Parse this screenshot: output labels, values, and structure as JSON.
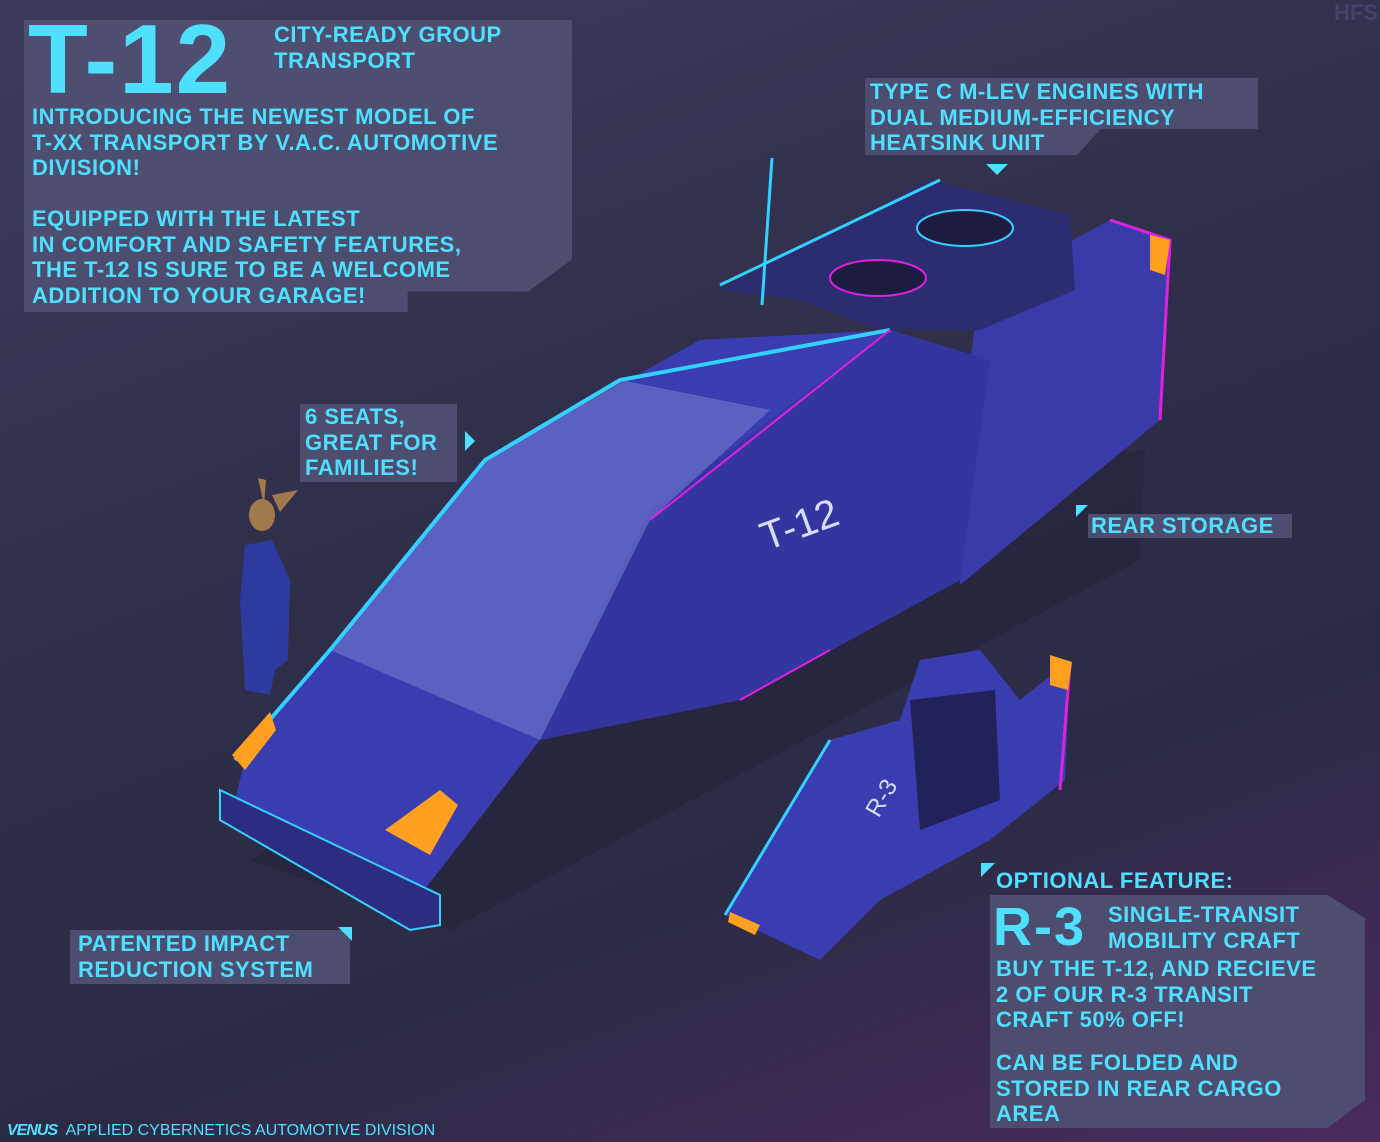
{
  "intro": {
    "model": "T-12",
    "subtitle": [
      "CITY-READY GROUP",
      "TRANSPORT"
    ],
    "paragraph1": [
      "INTRODUCING THE NEWEST MODEL OF",
      "T-XX TRANSPORT BY V.A.C. AUTOMOTIVE",
      "DIVISION!"
    ],
    "paragraph2": [
      "EQUIPPED WITH THE LATEST",
      "IN COMFORT AND SAFETY FEATURES,",
      "THE T-12 IS SURE TO BE A WELCOME",
      "ADDITION TO YOUR GARAGE!"
    ]
  },
  "callouts": {
    "engines": [
      "TYPE C M-LEV ENGINES WITH",
      "DUAL MEDIUM-EFFICIENCY",
      "HEATSINK UNIT"
    ],
    "seats": [
      "6 SEATS,",
      "GREAT FOR",
      "FAMILIES!"
    ],
    "rear_storage": "REAR STORAGE",
    "impact": [
      "PATENTED IMPACT",
      "REDUCTION SYSTEM"
    ]
  },
  "optional": {
    "heading": "OPTIONAL FEATURE:",
    "model": "R-3",
    "subtitle": [
      "SINGLE-TRANSIT",
      "MOBILITY CRAFT"
    ],
    "offer": [
      "BUY THE T-12, AND RECIEVE",
      "2 OF OUR R-3 TRANSIT",
      "CRAFT 50% OFF!"
    ],
    "note": [
      "CAN BE FOLDED AND",
      "STORED IN REAR CARGO",
      "AREA"
    ]
  },
  "vehicle": {
    "side_label": "T-12",
    "craft_label": "R-3"
  },
  "footer": {
    "brand": "VENUS",
    "text": "APPLIED CYBERNETICS AUTOMOTIVE DIVISION"
  },
  "signature": "HFS",
  "colors": {
    "text": "#4fe0ff",
    "panel": "#4f4f72",
    "body": "#3a3db0",
    "edge": "#34d0ff",
    "accent": "#e020e0",
    "light": "#ffa020"
  }
}
